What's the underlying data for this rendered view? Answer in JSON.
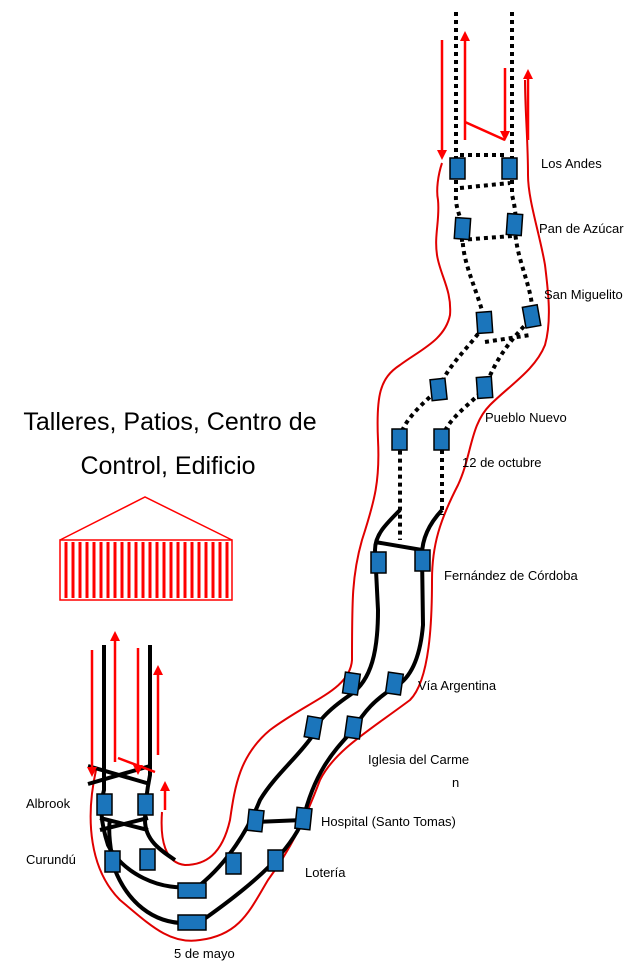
{
  "title_line1": "Talleres, Patios, Centro de",
  "title_line2": "Control,  Edificio",
  "stations": {
    "los_andes": "Los Andes",
    "pan_de_azucar": "Pan de Azúcar",
    "san_miguelito": "San Miguelito",
    "pueblo_nuevo": "Pueblo Nuevo",
    "doce_de_octubre": "12 de octubre",
    "fernandez_de_cordoba": "Fernández de  Córdoba",
    "via_argentina": "Vía Argentina",
    "iglesia_del_carmen_1": "Iglesia del  Carme",
    "iglesia_del_carmen_2": "n",
    "hospital": "Hospital (Santo Tomas)",
    "loteria": "Lotería",
    "cinco_de_mayo": "5 de mayo",
    "curundu": "Curundú",
    "albrook": "Albrook"
  },
  "colors": {
    "station_fill": "#1b75bb",
    "track": "#000000",
    "direction_arrow": "#ff0000",
    "outline": "#e00000",
    "building": "#ff0000"
  }
}
